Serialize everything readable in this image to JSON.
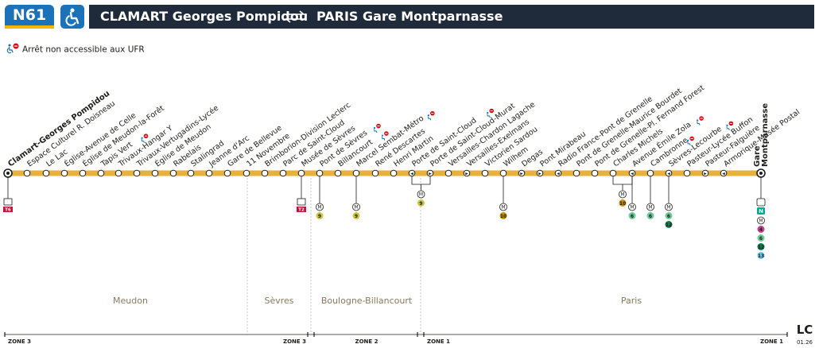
{
  "header": {
    "line": "N61",
    "from": "CLAMART Georges Pompidou",
    "to": "PARIS Gare Montparnasse",
    "accessibility_icon": "wheelchair-icon",
    "direction_icon": "two-way-arrows-icon"
  },
  "note": {
    "icon": "wheelchair-no-entry-icon",
    "text": "Arrêt non accessible aux UFR"
  },
  "colors": {
    "line": "#e6b23c",
    "badge": "#1b72b8",
    "title_bar": "#1f2b3a",
    "metro_9": "#cdc83f",
    "metro_10": "#c9910d",
    "metro_6": "#6eca97",
    "metro_4": "#be418d",
    "metro_12": "#00814f",
    "metro_13": "#6ec4e8",
    "transilien_n": "#00a88f",
    "tram": "#c4133b"
  },
  "stops": [
    {
      "name": "Clamart-Georges Pompidou",
      "terminal": true
    },
    {
      "name": "Espace Culturel R. Doisneau"
    },
    {
      "name": "Le Lac"
    },
    {
      "name": "Église-Avenue de Celle"
    },
    {
      "name": "Église de Meudon-la-Forêt"
    },
    {
      "name": "Tapis Vert",
      "no_ufr": true
    },
    {
      "name": "Trivaux-Hangar Y"
    },
    {
      "name": "Trivaux-Vertugadins-Lycée"
    },
    {
      "name": "Église de Meudon"
    },
    {
      "name": "Rabelais"
    },
    {
      "name": "Stalingrad"
    },
    {
      "name": "Jeanne d'Arc"
    },
    {
      "name": "Gare de Bellevue"
    },
    {
      "name": "11 Novembre"
    },
    {
      "name": "Brimborion-Division Leclerc"
    },
    {
      "name": "Parc de Saint-Cloud"
    },
    {
      "name": "Musée de Sèvres"
    },
    {
      "name": "Pont de Sèvres",
      "no_ufr": true
    },
    {
      "name": "Billancourt",
      "no_ufr": true
    },
    {
      "name": "Marcel Sembat-Métro",
      "no_ufr": true
    },
    {
      "name": "René Descartes"
    },
    {
      "name": "Henri Martin"
    },
    {
      "name": "Porte de Saint-Cloud",
      "no_ufr": true
    },
    {
      "name": "Porte de Saint-Cloud-Murat"
    },
    {
      "name": "Versailles-Chardon Lagache"
    },
    {
      "name": "Versailles-Exelmans"
    },
    {
      "name": "Victorien Sardou"
    },
    {
      "name": "Wilhem"
    },
    {
      "name": "Degas"
    },
    {
      "name": "Pont Mirabeau"
    },
    {
      "name": "Radio France-Pont de Grenelle"
    },
    {
      "name": "Pont de Grenelle-Maurice Bourdet"
    },
    {
      "name": "Pont de Grenelle-Pl. Fernand Forest"
    },
    {
      "name": "Charles Michels"
    },
    {
      "name": "Avenue Émile Zola",
      "no_ufr": true
    },
    {
      "name": "Cambronne",
      "no_ufr": true
    },
    {
      "name": "Sèvres-Lecourbe",
      "no_ufr": true
    },
    {
      "name": "Pasteur-Lycée Buffon"
    },
    {
      "name": "Pasteur-Falguière"
    },
    {
      "name": "Armorique-Musée Postal"
    },
    {
      "name": "Gare Montparnasse",
      "terminal": true
    }
  ],
  "connections": [
    {
      "stop": "Clamart-Georges Pompidou",
      "modes": [
        {
          "type": "tram",
          "label": "T6"
        }
      ]
    },
    {
      "stop": "Musée de Sèvres",
      "modes": [
        {
          "type": "tram",
          "label": "T2"
        }
      ]
    },
    {
      "stop": "Pont de Sèvres",
      "modes": [
        {
          "type": "metro",
          "label": "9",
          "color": "#cdc83f"
        }
      ]
    },
    {
      "stop": "Marcel Sembat-Métro",
      "modes": [
        {
          "type": "metro",
          "label": "9",
          "color": "#cdc83f"
        }
      ]
    },
    {
      "stop": "Porte de Saint-Cloud",
      "modes": [
        {
          "type": "metro",
          "label": "9",
          "color": "#cdc83f"
        }
      ]
    },
    {
      "stop": "Wilhem",
      "modes": [
        {
          "type": "metro",
          "label": "10",
          "color": "#c9910d"
        }
      ]
    },
    {
      "stop": "Charles Michels",
      "modes": [
        {
          "type": "metro",
          "label": "10",
          "color": "#c9910d"
        }
      ]
    },
    {
      "stop": "Avenue Émile Zola",
      "modes": [
        {
          "type": "metro",
          "label": "6",
          "color": "#6eca97"
        }
      ]
    },
    {
      "stop": "Cambronne",
      "modes": [
        {
          "type": "metro",
          "label": "6",
          "color": "#6eca97"
        }
      ]
    },
    {
      "stop": "Sèvres-Lecourbe",
      "modes": [
        {
          "type": "metro",
          "label": "6",
          "color": "#6eca97"
        },
        {
          "type": "metro",
          "label": "12",
          "color": "#00814f"
        }
      ]
    },
    {
      "stop": "Gare Montparnasse",
      "modes": [
        {
          "type": "train",
          "label": "N",
          "color": "#00a88f"
        },
        {
          "type": "metro",
          "label": "4",
          "color": "#be418d"
        },
        {
          "type": "metro",
          "label": "6",
          "color": "#6eca97"
        },
        {
          "type": "metro",
          "label": "12",
          "color": "#00814f"
        },
        {
          "type": "metro",
          "label": "13",
          "color": "#6ec4e8"
        }
      ]
    }
  ],
  "areas": [
    "Meudon",
    "Sèvres",
    "Boulogne-Billancourt",
    "Paris"
  ],
  "zones": [
    "ZONE 3",
    "ZONE 3",
    "ZONE 2",
    "ZONE 1",
    "ZONE 1"
  ],
  "footer": {
    "logo": "LC",
    "date": "01.26"
  }
}
